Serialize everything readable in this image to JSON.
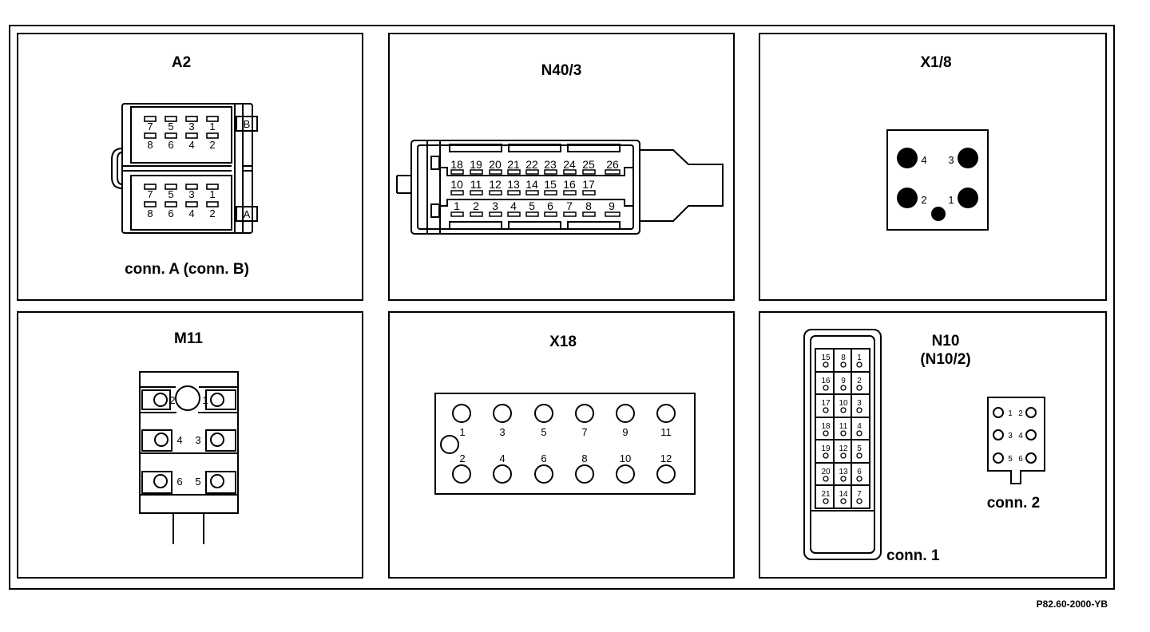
{
  "figure_ref": "P82.60-2000-YB",
  "panels": {
    "a2": {
      "title": "A2",
      "caption": "conn. A (conn. B)",
      "tab_top": "B",
      "tab_bottom": "A",
      "top_row_labels": [
        "7",
        "5",
        "3",
        "1"
      ],
      "bottom_row_labels": [
        "8",
        "6",
        "4",
        "2"
      ]
    },
    "n40_3": {
      "title": "N40/3",
      "row1": [
        "18",
        "19",
        "20",
        "21",
        "22",
        "23",
        "24",
        "25",
        "26"
      ],
      "row2": [
        "10",
        "11",
        "12",
        "13",
        "14",
        "15",
        "16",
        "17"
      ],
      "row3": [
        "1",
        "2",
        "3",
        "4",
        "5",
        "6",
        "7",
        "8",
        "9"
      ]
    },
    "x1_8": {
      "title": "X1/8",
      "pins": [
        "4",
        "3",
        "2",
        "1"
      ]
    },
    "m11": {
      "title": "M11",
      "pins": [
        "2",
        "1",
        "4",
        "3",
        "6",
        "5"
      ]
    },
    "x18": {
      "title": "X18",
      "top_row": [
        "1",
        "3",
        "5",
        "7",
        "9",
        "11"
      ],
      "bottom_row": [
        "2",
        "4",
        "6",
        "8",
        "10",
        "12"
      ]
    },
    "n10": {
      "title": "N10",
      "subtitle": "(N10/2)",
      "conn1_label": "conn. 1",
      "conn2_label": "conn. 2",
      "conn1_cols": [
        [
          "15",
          "16",
          "17",
          "18",
          "19",
          "20",
          "21"
        ],
        [
          "8",
          "9",
          "10",
          "11",
          "12",
          "13",
          "14"
        ],
        [
          "1",
          "2",
          "3",
          "4",
          "5",
          "6",
          "7"
        ]
      ],
      "conn2_rows": [
        [
          "1",
          "2"
        ],
        [
          "3",
          "4"
        ],
        [
          "5",
          "6"
        ]
      ]
    }
  }
}
